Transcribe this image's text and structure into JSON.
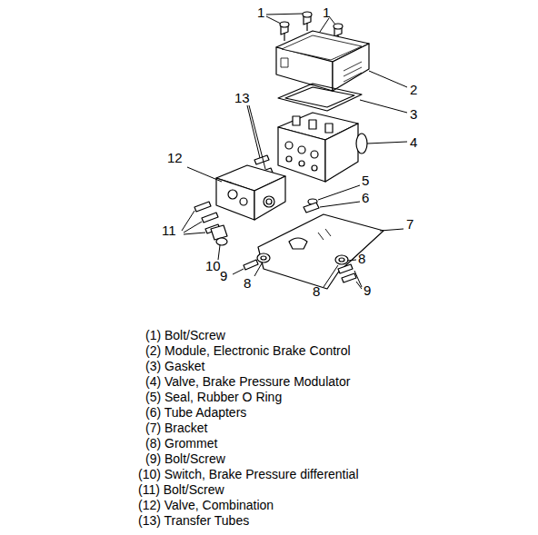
{
  "diagram": {
    "labels": [
      "1",
      "1",
      "13",
      "2",
      "3",
      "4",
      "12",
      "5",
      "6",
      "7",
      "11",
      "8",
      "10",
      "9",
      "8",
      "8",
      "9",
      "(1) Bolt/Screw",
      "(2) Module, Electronic Brake Control",
      "(3) Gasket",
      "(4) Valve, Brake Pressure Modulator",
      "(5) Seal, Rubber O Ring",
      "(6) Tube Adapters",
      "(7) Bracket",
      "(8) Grommet",
      "(9) Bolt/Screw",
      "(10) Switch, Brake Pressure differential",
      "(11) Bolt/Screw",
      "(12) Valve, Combination",
      "(13) Transfer Tubes"
    ]
  }
}
